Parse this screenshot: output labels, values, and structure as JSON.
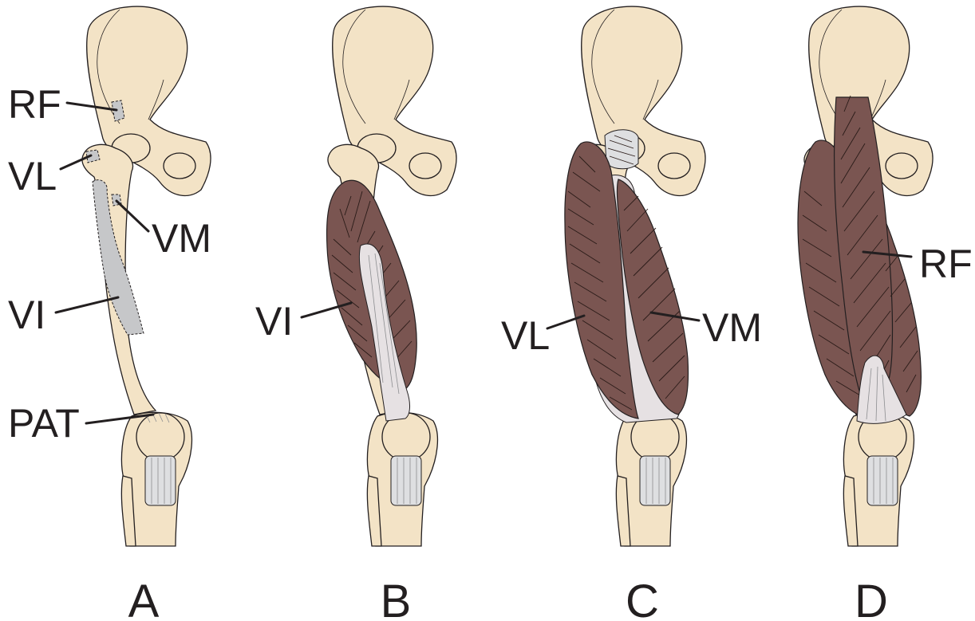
{
  "colors": {
    "bone": "#f3e3c6",
    "muscle": "#7a5551",
    "attachment": "#c6c7c9",
    "tendon": "#dedfe1",
    "ink": "#231f20"
  },
  "panels": [
    {
      "letter": "A",
      "labels": [
        "RF",
        "VL",
        "VM",
        "VI",
        "PAT"
      ]
    },
    {
      "letter": "B",
      "labels": [
        "VI"
      ]
    },
    {
      "letter": "C",
      "labels": [
        "VL",
        "VM"
      ]
    },
    {
      "letter": "D",
      "labels": [
        "RF"
      ]
    }
  ]
}
